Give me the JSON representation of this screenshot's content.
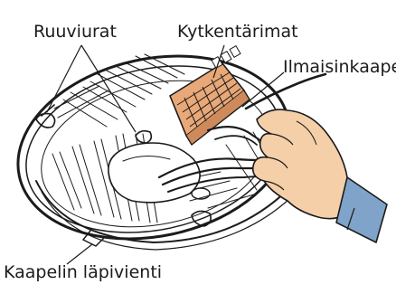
{
  "labels": {
    "screw_slots": "Ruuviurat",
    "terminal_strips": "Kytkentärimat",
    "detector_cable": "Ilmaisinkaapeli",
    "cable_entry": "Kaapelin läpivienti"
  },
  "colors": {
    "ink": "#1b1b1b",
    "terminal_block": "#e8a878",
    "skin": "#f4cfa8",
    "sleeve": "#7fa3c9"
  }
}
